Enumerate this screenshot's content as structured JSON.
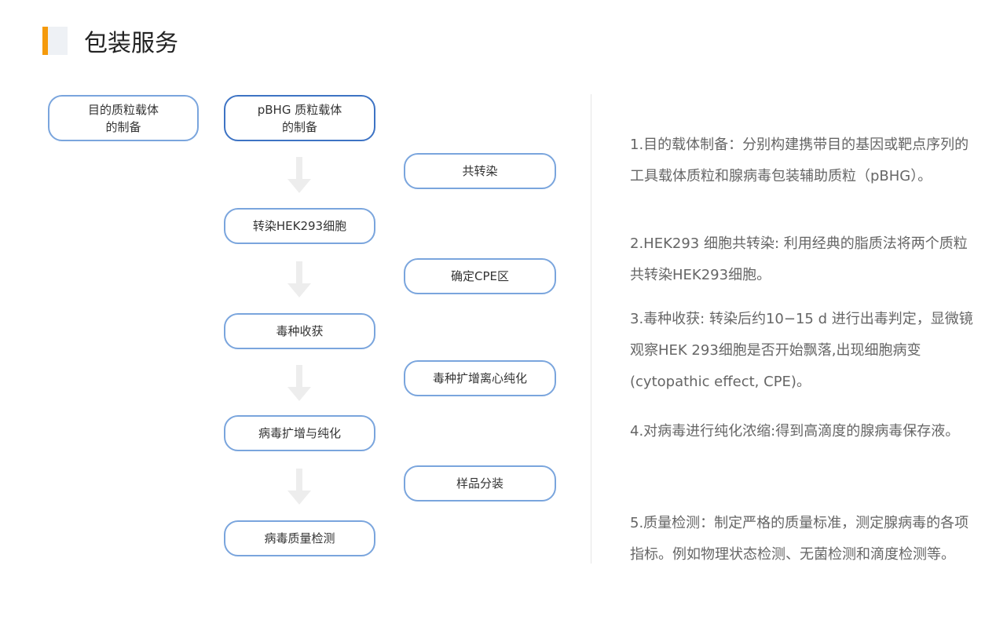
{
  "header": {
    "title": "包装服务",
    "accent_color": "#f59a0c"
  },
  "flow": {
    "target_vector": "目的质粒载体\n的制备",
    "pbhg_vector": "pBHG 质粒载体\n的制备",
    "cotransfection": "共转染",
    "transfect_hek": "转染HEK293细胞",
    "cpe": "确定CPE区",
    "harvest": "毒种收获",
    "seed_amplify": "毒种扩增离心纯化",
    "amplify_purify": "病毒扩增与纯化",
    "aliquot": "样品分装",
    "qc": "病毒质量检测"
  },
  "description": [
    "1.目的载体制备：分别构建携带目的基因或靶点序列的工具载体质粒和腺病毒包装辅助质粒（pBHG）。",
    "2.HEK293 细胞共转染: 利用经典的脂质法将两个质粒共转染HEK293细胞。",
    "3.毒种收获: 转染后约10−15 d 进行出毒判定，显微镜观察HEK  293细胞是否开始飘落,出现细胞病变(cytopathic effect, CPE)。",
    "4.对病毒进行纯化浓缩:得到高滴度的腺病毒保存液。",
    "5.质量检测：制定严格的质量标准，测定腺病毒的各项指标。例如物理状态检测、无菌检测和滴度检测等。"
  ]
}
